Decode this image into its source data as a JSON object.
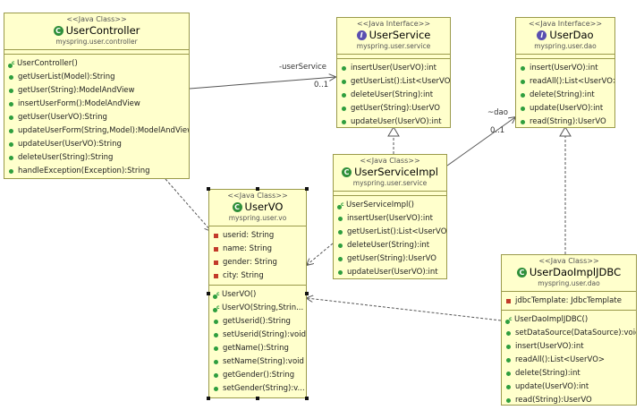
{
  "classes": {
    "user_controller": {
      "stereotype": "<<Java Class>>",
      "name": "UserController",
      "package": "myspring.user.controller",
      "operations": [
        "UserController()",
        "getUserList(Model):String",
        "getUser(String):ModelAndView",
        "insertUserForm():ModelAndView",
        "getUser(UserVO):String",
        "updateUserForm(String,Model):ModelAndView",
        "updateUser(UserVO):String",
        "deleteUser(String):String",
        "handleException(Exception):String"
      ]
    },
    "user_service": {
      "stereotype": "<<Java Interface>>",
      "name": "UserService",
      "package": "myspring.user.service",
      "operations": [
        "insertUser(UserVO):int",
        "getUserList():List<UserVO>",
        "deleteUser(String):int",
        "getUser(String):UserVO",
        "updateUser(UserVO):int"
      ]
    },
    "user_dao": {
      "stereotype": "<<Java Interface>>",
      "name": "UserDao",
      "package": "myspring.user.dao",
      "operations": [
        "insert(UserVO):int",
        "readAll():List<UserVO>",
        "delete(String):int",
        "update(UserVO):int",
        "read(String):UserVO"
      ]
    },
    "user_service_impl": {
      "stereotype": "<<Java Class>>",
      "name": "UserServiceImpl",
      "package": "myspring.user.service",
      "operations": [
        "UserServiceImpl()",
        "insertUser(UserVO):int",
        "getUserList():List<UserVO>",
        "deleteUser(String):int",
        "getUser(String):UserVO",
        "updateUser(UserVO):int"
      ]
    },
    "user_vo": {
      "stereotype": "<<Java Class>>",
      "name": "UserVO",
      "package": "myspring.user.vo",
      "fields": [
        "userid: String",
        "name: String",
        "gender: String",
        "city: String"
      ],
      "operations": [
        "UserVO()",
        "UserVO(String,Strin...",
        "getUserid():String",
        "setUserid(String):void",
        "getName():String",
        "setName(String):void",
        "getGender():String",
        "setGender(String):v..."
      ]
    },
    "user_dao_impl_jdbc": {
      "stereotype": "<<Java Class>>",
      "name": "UserDaoImplJDBC",
      "package": "myspring.user.dao",
      "fields": [
        "jdbcTemplate: JdbcTemplate"
      ],
      "operations": [
        "UserDaoImplJDBC()",
        "setDataSource(DataSource):void",
        "insert(UserVO):int",
        "readAll():List<UserVO>",
        "delete(String):int",
        "update(UserVO):int",
        "read(String):UserVO"
      ]
    }
  },
  "associations": {
    "user_service": {
      "role": "-userService",
      "multiplicity": "0..1"
    },
    "dao": {
      "role": "~dao",
      "multiplicity": "0..1"
    }
  },
  "icons": {
    "class": "C",
    "interface": "I"
  },
  "colors": {
    "class_fill": "#ffffcc",
    "class_border": "#9a9a4a",
    "method_icon": "#2e9e3e",
    "field_icon": "#c23a2a",
    "class_icon": "#2f8f3a",
    "interface_icon": "#5a4fb0"
  }
}
